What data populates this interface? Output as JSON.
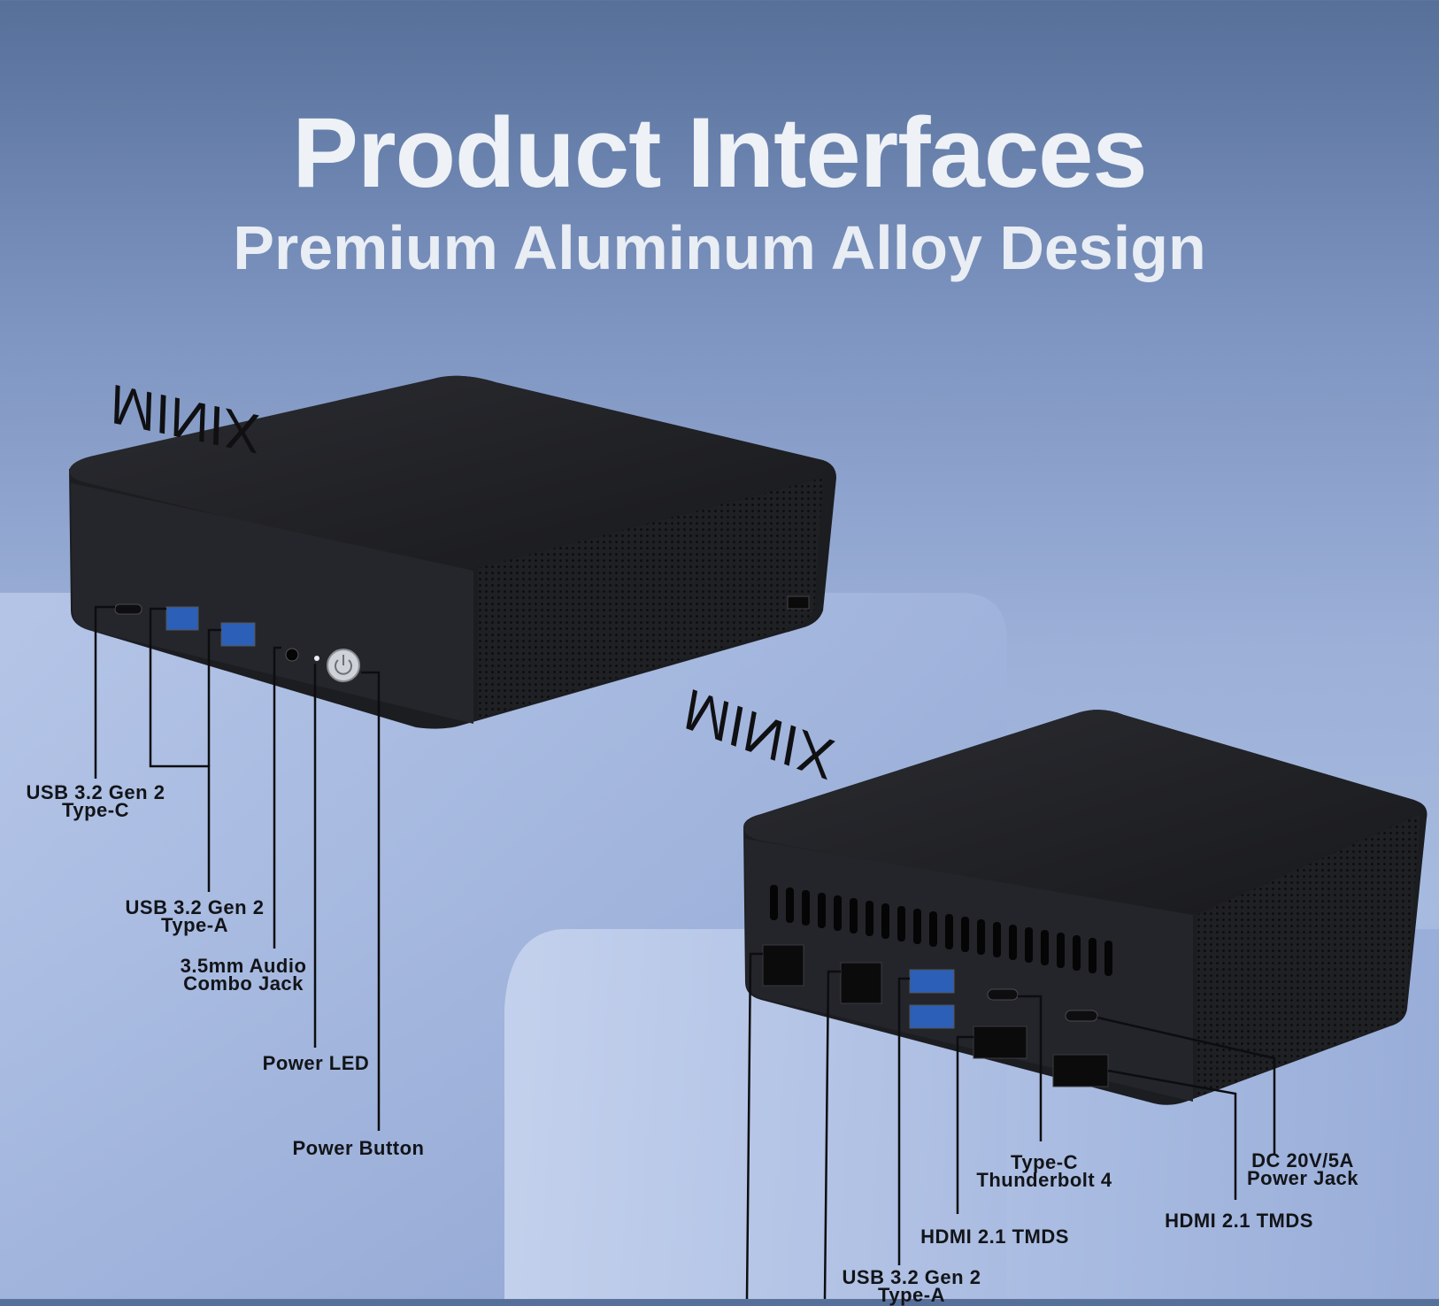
{
  "header": {
    "title": "Product Interfaces",
    "subtitle": "Premium Aluminum Alloy Design"
  },
  "brand": {
    "logo_text": "MINIX"
  },
  "front_labels": {
    "usb_c": {
      "line1": "USB 3.2 Gen 2",
      "line2": "Type-C"
    },
    "usb_a": {
      "line1": "USB 3.2 Gen 2",
      "line2": "Type-A"
    },
    "audio": {
      "line1": "3.5mm Audio",
      "line2": "Combo Jack"
    },
    "power_led": "Power LED",
    "power_button": "Power Button"
  },
  "rear_labels": {
    "thunderbolt": {
      "line1": "Type-C",
      "line2": "Thunderbolt 4"
    },
    "dc_jack": {
      "line1": "DC 20V/5A",
      "line2": "Power Jack"
    },
    "hdmi_left": "HDMI 2.1 TMDS",
    "hdmi_right": "HDMI 2.1 TMDS",
    "usb_a": {
      "line1": "USB 3.2 Gen 2",
      "line2": "Type-A"
    }
  },
  "colors": {
    "background_top": "#56709a",
    "background_bottom": "#a7bbe0",
    "device": "#1c1d21",
    "label_text": "#121418",
    "title_text": "#eef1f6"
  }
}
